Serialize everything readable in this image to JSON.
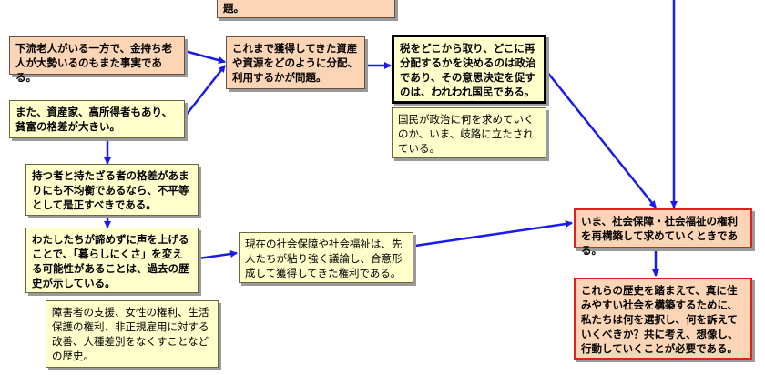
{
  "boxes": {
    "top_cut": "題。",
    "wealthy_elderly": "下流老人がいる一方で、金持ち老人が大勢いるのもまた事実である。",
    "assets_question": "これまで獲得してきた資産や資源をどのように分配、利用するかが問題。",
    "politics_decides": "税をどこから取り、どこに再分配するかを決めるのは政治であり、その意思決定を促すのは、われわれ国民である。",
    "crossroads": "国民が政治に何を求めていくのか、いま、岐路に立たされている。",
    "capitalists_gap": "また、資産家、高所得者もあり、貧富の格差が大きい。",
    "inequality_correct": "持つ者と持たざる者の格差があまりにも不均衡であるなら、不平等として是正すべきである。",
    "raise_voice": "わたしたちが諦めずに声を上げることで、「暮らしにくさ」を変える可能性があることは、過去の歴史が示している。",
    "social_security_rights": "現在の社会保障や社会福祉は、先人たちが粘り強く議論し、合意形成して獲得してきた権利である。",
    "history_examples": "障害者の支援、女性の権利、生活保護の権利、非正規雇用に対する改善、人種差別をなくすことなどの歴史。",
    "rebuild_rights": "いま、社会保障・社会福祉の権利を再構築して求めていくときである。",
    "future_society": "これらの歴史を踏まえて、真に住みやすい社会を構築するために、私たちは何を選択し、何を訴えていくべきか？共に考え、想像し、行動していくことが必要である。"
  },
  "colors": {
    "yellow_box": "#ffffcc",
    "orange_box": "#fbd5b5",
    "red_border": "#e02020",
    "arrow": "#1a1aee"
  }
}
